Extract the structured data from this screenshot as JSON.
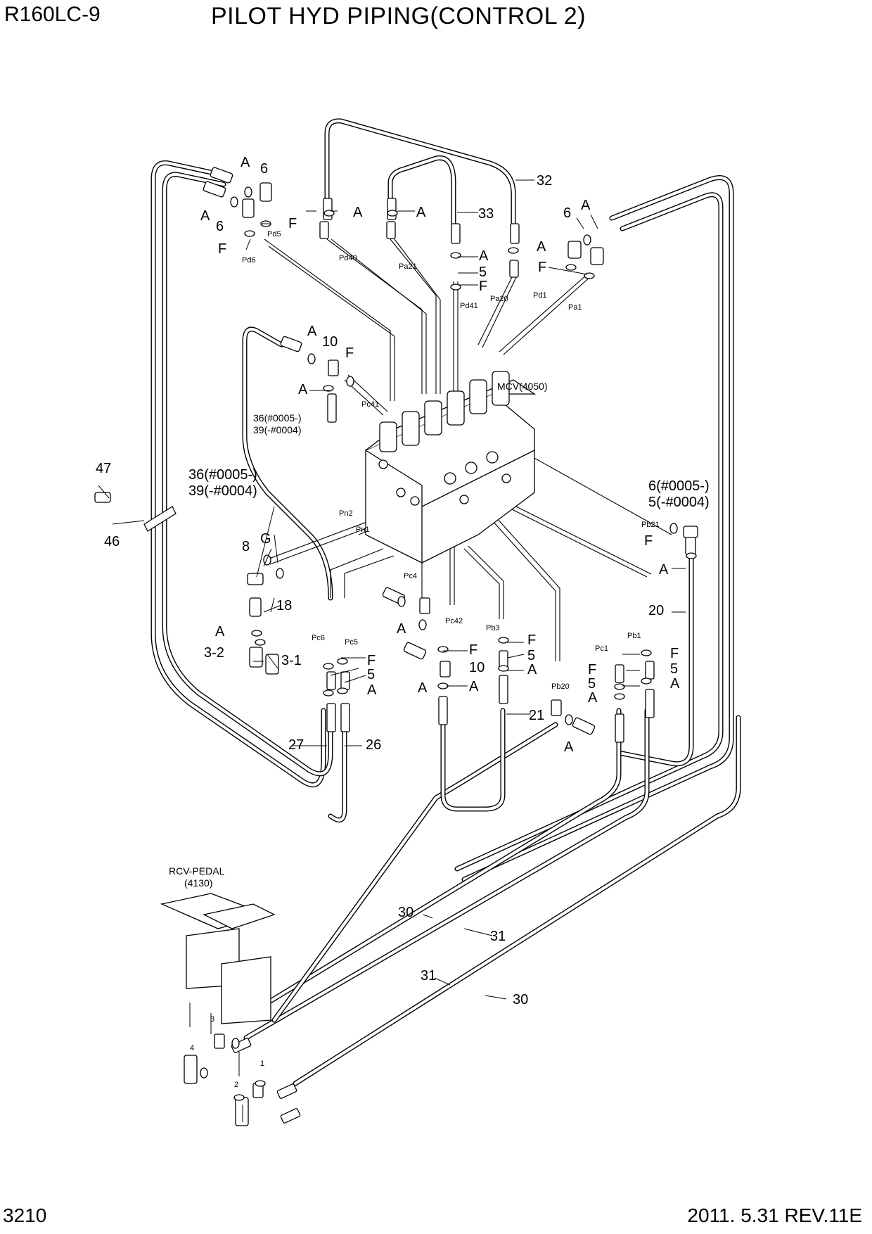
{
  "header": {
    "model": "R160LC-9",
    "title": "PILOT HYD PIPING(CONTROL 2)"
  },
  "footer": {
    "page_number": "3210",
    "revision": "2011. 5.31  REV.11E"
  },
  "captions": {
    "mcv": "MCV(4050)",
    "rcv_line1": "RCV-PEDAL",
    "rcv_line2": "(4130)",
    "note_36_39_small_1": "36(#0005-)",
    "note_36_39_small_2": "39(-#0004)",
    "note_36_39_big_1": "36(#0005-)",
    "note_36_39_big_2": "39(-#0004)",
    "note_6_5_1": "6(#0005-)",
    "note_6_5_2": "5(-#0004)"
  },
  "ports": {
    "pd5": "Pd5",
    "pd6": "Pd6",
    "pd40": "Pd40",
    "pa21": "Pa21",
    "pd41": "Pd41",
    "pa20": "Pa20",
    "pd1": "Pd1",
    "pa1": "Pa1",
    "pc41": "Pc41",
    "pn2": "Pn2",
    "pn1": "Pn1",
    "pc4": "Pc4",
    "pc42": "Pc42",
    "pb3": "Pb3",
    "pc6": "Pc6",
    "pc5": "Pc5",
    "pb20": "Pb20",
    "pc1": "Pc1",
    "pb1": "Pb1",
    "pb21": "Pb21",
    "r4": "4",
    "r3": "3",
    "r2": "2",
    "r1": "1"
  },
  "callouts": {
    "c_a_tl1": "A",
    "c_6_tl1": "6",
    "c_a_tl2": "A",
    "c_6_tl2": "6",
    "c_f_tl1": "F",
    "c_f_tl2": "F",
    "c_a_t1": "A",
    "c_a_t2": "A",
    "c_32": "32",
    "c_33": "33",
    "c_a_t3": "A",
    "c_5_t": "5",
    "c_f_t": "F",
    "c_a_t4": "A",
    "c_6_tr": "6",
    "c_a_tr": "A",
    "c_f_tr": "F",
    "c_a_m1": "A",
    "c_10_m": "10",
    "c_f_m": "F",
    "c_a_m2": "A",
    "c_47": "47",
    "c_46": "46",
    "c_8": "8",
    "c_g": "G",
    "c_18": "18",
    "c_a_l": "A",
    "c_32_l": "3-2",
    "c_31_l": "3-1",
    "c_a_pc4": "A",
    "c_f_c": "F",
    "c_10_c": "10",
    "c_a_c1": "A",
    "c_a_c2": "A",
    "c_f_l": "F",
    "c_5_l": "5",
    "c_a_l2": "A",
    "c_27": "27",
    "c_26": "26",
    "c_f_pb3": "F",
    "c_5_pb3": "5",
    "c_a_pb3": "A",
    "c_21": "21",
    "c_f_pc1": "F",
    "c_5_pc1": "5",
    "c_a_pc1": "A",
    "c_a_pb20": "A",
    "c_f_pb1": "F",
    "c_5_pb1": "5",
    "c_a_pb1": "A",
    "c_20": "20",
    "c_f_pb21": "F",
    "c_a_pb21": "A",
    "c_30a": "30",
    "c_31a": "31",
    "c_31b": "31",
    "c_30b": "30"
  }
}
